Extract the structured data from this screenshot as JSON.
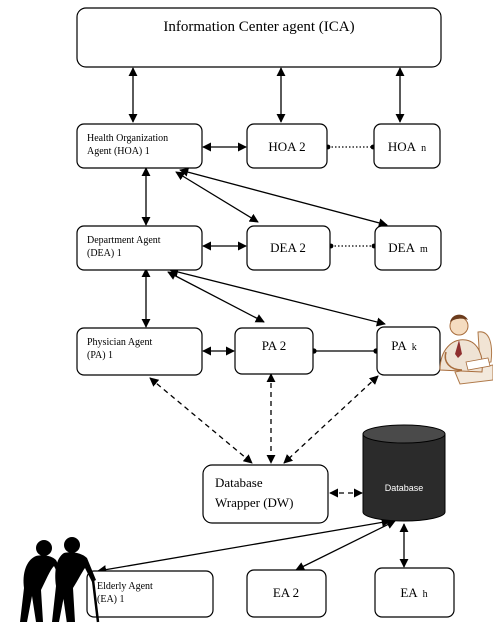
{
  "nodes": {
    "ica": {
      "line1": "Information Center agent (ICA)"
    },
    "hoa1": {
      "line1": "Health Organization",
      "line2": "Agent (HOA) 1"
    },
    "hoa2": {
      "line1": "HOA 2"
    },
    "hoan": {
      "main": "HOA",
      "sub": "n"
    },
    "dea1": {
      "line1": "Department Agent",
      "line2": "(DEA) 1"
    },
    "dea2": {
      "line1": "DEA 2"
    },
    "deam": {
      "main": "DEA",
      "sub": "m"
    },
    "pa1": {
      "line1": "Physician Agent",
      "line2": "(PA) 1"
    },
    "pa2": {
      "line1": "PA 2"
    },
    "pak": {
      "main": "PA",
      "sub": "k"
    },
    "dw": {
      "line1": "Database",
      "line2": "Wrapper (DW)"
    },
    "db": {
      "line1": "Database"
    },
    "ea1": {
      "line1": "Elderly Agent",
      "line2": "(EA) 1"
    },
    "ea2": {
      "line1": "EA 2"
    },
    "eah": {
      "main": "EA",
      "sub": "h"
    }
  },
  "colors": {
    "stroke": "#000000",
    "database_fill": "#2b2b2b",
    "elderly_fill": "#000000",
    "physician_skin": "#d9a06a"
  },
  "icons": {
    "physician": "physician-clipart-icon",
    "elderly": "elderly-couple-silhouette-icon",
    "database": "database-cylinder-icon"
  }
}
